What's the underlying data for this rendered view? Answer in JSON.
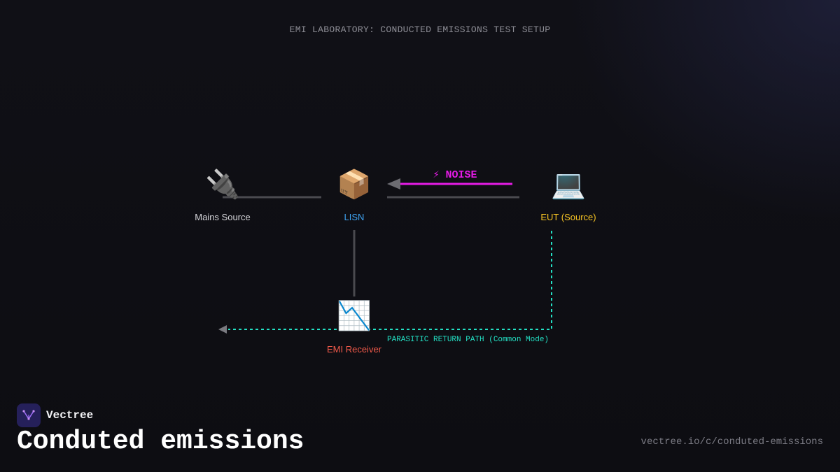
{
  "header": {
    "title": "EMI LABORATORY: CONDUCTED EMISSIONS TEST SETUP"
  },
  "nodes": {
    "mains": {
      "label": "Mains Source",
      "icon": "electric-plug-icon",
      "glyph": "🔌"
    },
    "lisn": {
      "label": "LISN",
      "icon": "package-box-icon",
      "glyph": "📦"
    },
    "eut": {
      "label": "EUT (Source)",
      "icon": "laptop-icon",
      "glyph": "💻"
    },
    "receiver": {
      "label": "EMI Receiver",
      "icon": "chart-decreasing-icon",
      "glyph": "📉"
    }
  },
  "noise": {
    "label": "⚡ NOISE"
  },
  "parasitic": {
    "label": "PARASITIC RETURN PATH (Common Mode)"
  },
  "brand": {
    "name": "Vectree"
  },
  "footer": {
    "title": "Conduted emissions",
    "url": "vectree.io/c/conduted-emissions"
  },
  "colors": {
    "background": "#0e0e13",
    "wire": "#4a4a4f",
    "noise": "#e61be6",
    "parasitic": "#23e0c4",
    "mains_label": "#d4d4d8",
    "lisn_label": "#3ea2f0",
    "eut_label": "#f5c323",
    "receiver_label": "#f25a4a",
    "brand_logo": "#25205a"
  }
}
